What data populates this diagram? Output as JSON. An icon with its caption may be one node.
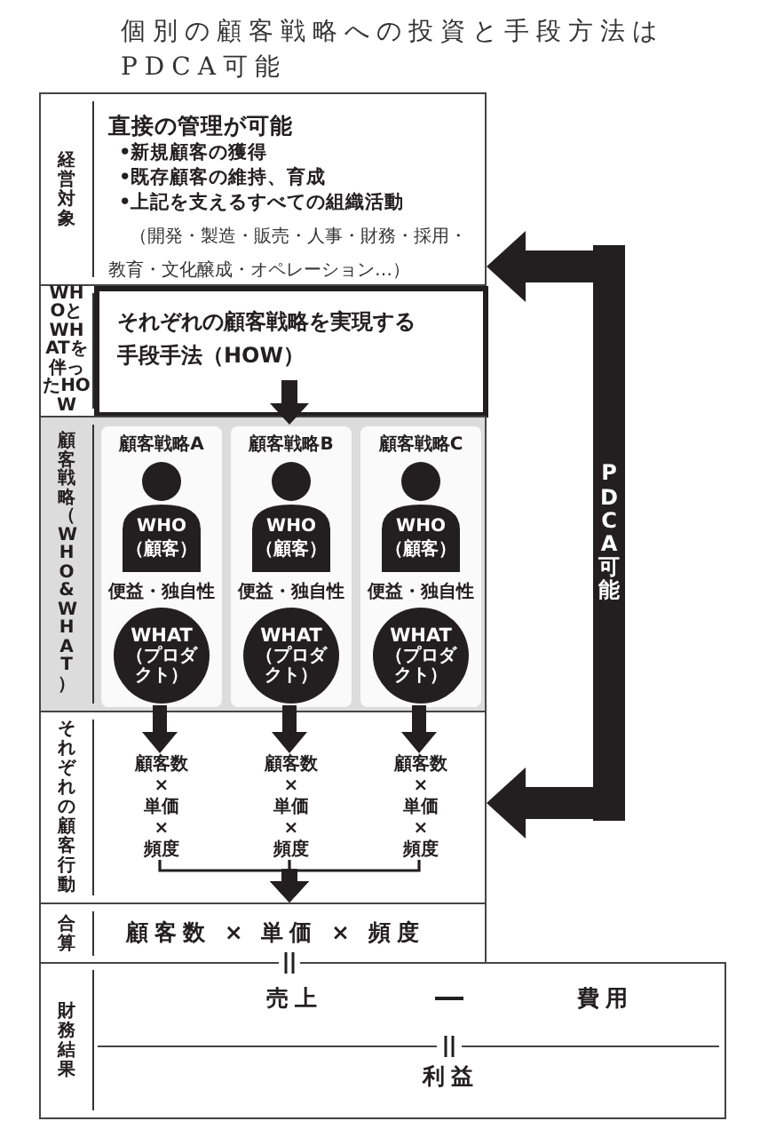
{
  "diagram": {
    "title": "個別の顧客戦略への投資と手段方法はPDCA可能",
    "nodes": [
      {
        "text": [
          "経営対象",
          "直接の管理が可能",
          "•新規顧客の獲得",
          "•既存顧客の維持、育成",
          "•上記を支えるすべての組織活動",
          "（開発・製造・販売・人事・財務・採用・教育・文化醸成・オペレーション…）"
        ]
      },
      {
        "text": [
          "WHOとWHATを伴ったHOW"
        ]
      },
      {
        "text": [
          "それぞれの顧客戦略を実現する手段手法（HOW）"
        ],
        "in": 1
      },
      {
        "text": [
          "顧客戦略（WHO&WHAT）"
        ]
      },
      {
        "text": [
          "顧客戦略A",
          "便益・独自性"
        ],
        "in": 3
      },
      {
        "text": [
          "WHO",
          "（顧客）"
        ],
        "in": 4
      },
      {
        "text": [
          "WHAT",
          "（プロダクト）"
        ],
        "in": 4
      },
      {
        "text": [
          "顧客戦略B",
          "便益・独自性"
        ],
        "in": 3
      },
      {
        "text": [
          "WHO",
          "（顧客）"
        ],
        "in": 7
      },
      {
        "text": [
          "WHAT",
          "（プロダクト）"
        ],
        "in": 7
      },
      {
        "text": [
          "顧客戦略C",
          "便益・独自性"
        ],
        "in": 3
      },
      {
        "text": [
          "WHO",
          "（顧客）"
        ],
        "in": 10
      },
      {
        "text": [
          "WHAT",
          "（プロダクト）"
        ],
        "in": 10
      },
      {
        "text": [
          "それぞれの顧客行動"
        ]
      },
      {
        "text": [
          "顧客数 × 単価 × 頻度"
        ],
        "in": 13
      },
      {
        "text": [
          "顧客数 × 単価 × 頻度"
        ],
        "in": 13
      },
      {
        "text": [
          "顧客数 × 単価 × 頻度"
        ],
        "in": 13
      },
      {
        "text": [
          "合算",
          "顧客数 × 単価 × 頻度"
        ]
      },
      {
        "text": [
          "財務結果",
          "売上",
          "費用",
          "利益"
        ]
      },
      {
        "text": [
          "PDCA可能"
        ]
      }
    ],
    "edges": [
      {
        "from": 2,
        "to": 7,
        "arrow": "to"
      },
      {
        "from": 4,
        "to": 14,
        "arrow": "to"
      },
      {
        "from": 7,
        "to": 15,
        "arrow": "to"
      },
      {
        "from": 10,
        "to": 16,
        "arrow": "to"
      },
      {
        "from": 14,
        "to": 17,
        "arrow": "to"
      },
      {
        "from": 15,
        "to": 17,
        "arrow": "to"
      },
      {
        "from": 16,
        "to": 17,
        "arrow": "to"
      },
      {
        "from": 19,
        "to": 0,
        "arrow": "to"
      },
      {
        "from": 19,
        "to": 13,
        "arrow": "to"
      }
    ]
  }
}
